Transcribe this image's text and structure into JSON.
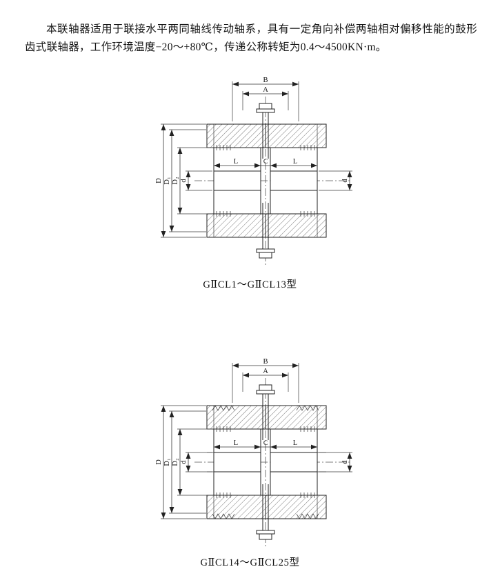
{
  "page": {
    "intro": "本联轴器适用于联接水平两同轴线传动轴系，具有一定角向补偿两轴相对偏移性能的鼓形齿式联轴器，工作环境温度−20～+80℃，传递公称转矩为0.4～4500KN·m。"
  },
  "figures": [
    {
      "caption": "GⅡCL1～GⅡCL13型",
      "labels": {
        "B": "B",
        "A": "A",
        "D": "D",
        "D1": "D₁",
        "D2": "D₂",
        "dLeft": "d",
        "dRight": "d",
        "L1": "L",
        "C": "C",
        "L2": "L"
      }
    },
    {
      "caption": "GⅡCL14～GⅡCL25型",
      "labels": {
        "B": "B",
        "A": "A",
        "D": "D",
        "D1": "D₁",
        "D2": "D₂",
        "dLeft": "d",
        "dRight": "d",
        "L1": "L",
        "C": "C",
        "L2": "L"
      }
    }
  ]
}
